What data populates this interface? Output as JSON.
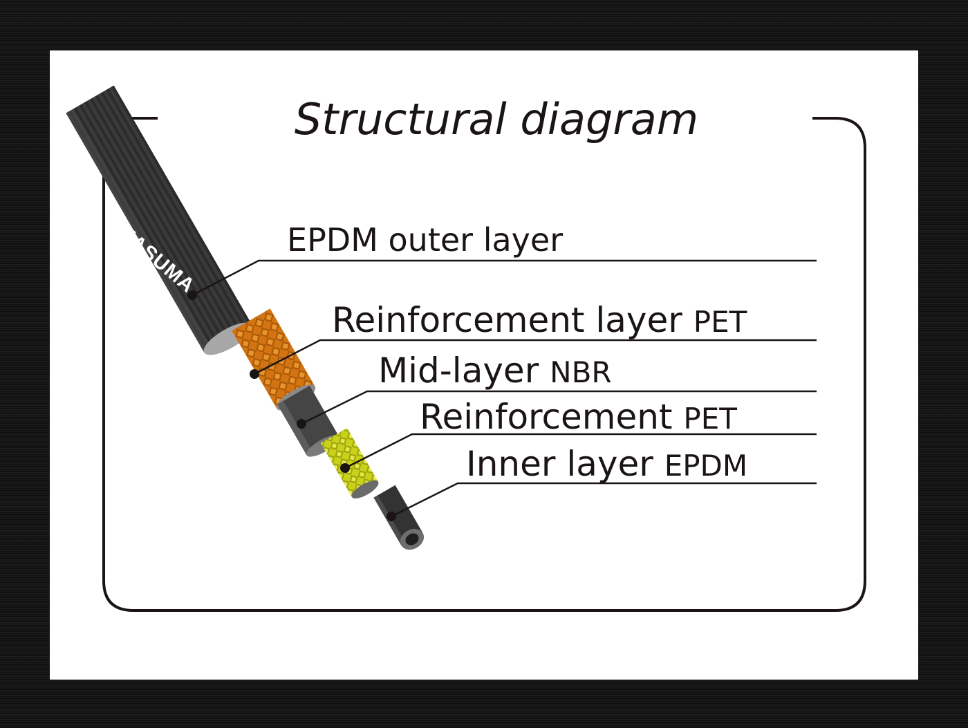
{
  "title": "Structural diagram",
  "brand": "MASUMA",
  "layers": [
    {
      "name": "EPDM outer layer",
      "material": ""
    },
    {
      "name": "Reinforcement layer",
      "material": "PET"
    },
    {
      "name": "Mid-layer",
      "material": "NBR"
    },
    {
      "name": "Reinforcement",
      "material": "PET"
    },
    {
      "name": "Inner layer",
      "material": "EPDM"
    }
  ],
  "colors": {
    "frame": "#1a1414",
    "outer": "#3a3a3a",
    "reinforcement_outer": "#d27411",
    "mid": "#454545",
    "reinforcement_inner": "#c9d21a",
    "inner": "#333333"
  }
}
